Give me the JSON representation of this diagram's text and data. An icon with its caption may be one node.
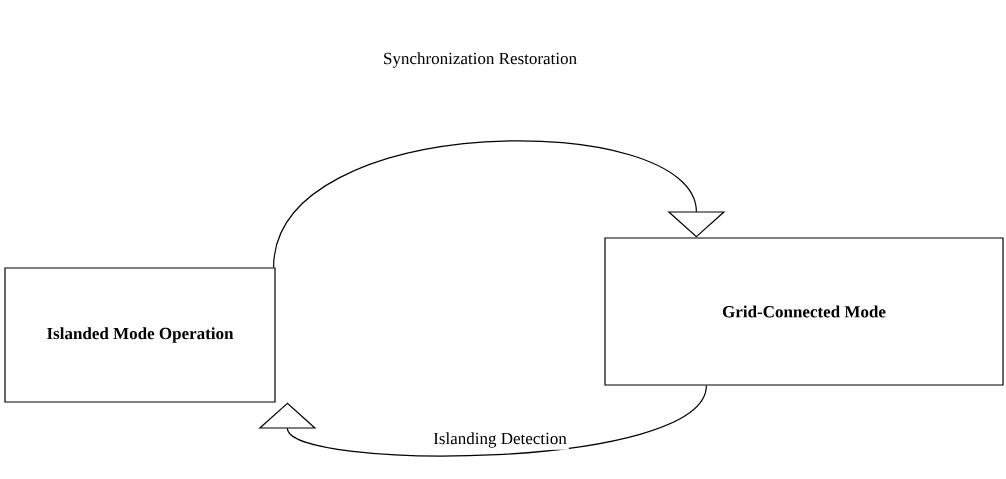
{
  "diagram": {
    "nodes": [
      {
        "text": [
          "Islanded Mode Operation"
        ]
      },
      {
        "text": [
          "Grid-Connected Mode"
        ]
      }
    ],
    "edges": [
      {
        "from": 0,
        "to": 1,
        "arrow": "to",
        "label": "Synchronization Restoration"
      },
      {
        "from": 1,
        "to": 0,
        "arrow": "to",
        "label": "Islanding Detection"
      }
    ]
  }
}
